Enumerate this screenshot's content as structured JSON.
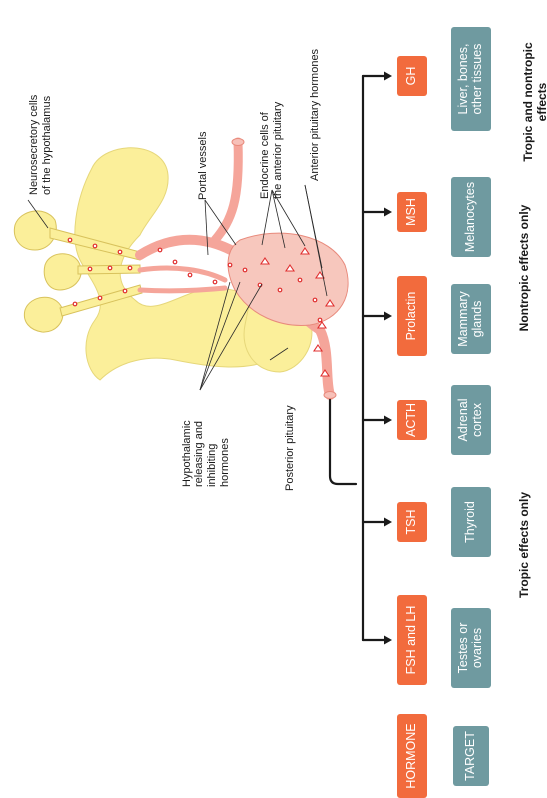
{
  "rows": [
    {
      "hormone": "GH",
      "target": "Liver, bones,\nother tissues"
    },
    {
      "hormone": "MSH",
      "target": "Melanocytes"
    },
    {
      "hormone": "Prolactin",
      "target": "Mammary\nglands"
    },
    {
      "hormone": "ACTH",
      "target": "Adrenal\ncortex"
    },
    {
      "hormone": "TSH",
      "target": "Thyroid"
    },
    {
      "hormone": "FSH and LH",
      "target": "Testes or\novaries"
    }
  ],
  "legend": {
    "hormone": "HORMONE",
    "target": "TARGET"
  },
  "groups": {
    "tropic_nontropic": "Tropic and nontropic\neffects",
    "nontropic": "Nontropic effects only",
    "tropic": "Tropic effects only"
  },
  "labels": {
    "neurosecretory": "Neurosecretory cells\nof the hypothalamus",
    "portal": "Portal vessels",
    "endocrine": "Endocrine cells of\nthe anterior pituitary",
    "anterior_hormones": "Anterior pituitary hormones",
    "releasing": "Hypothalamic\nreleasing and\ninhibiting\nhormones",
    "posterior": "Posterior pituitary"
  },
  "colors": {
    "hormone": "#f26b3d",
    "target": "#6f9aa0",
    "tissue": "#fbef9a",
    "vessel": "#f5a59a",
    "dot": "#e03030"
  }
}
